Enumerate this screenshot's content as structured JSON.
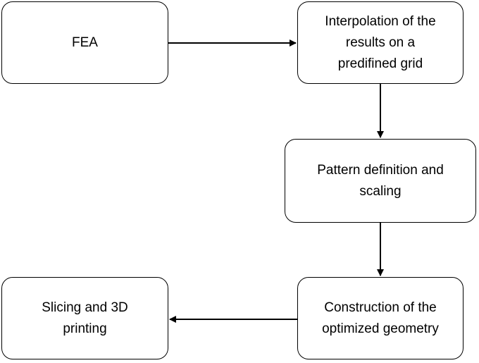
{
  "diagram": {
    "nodes": [
      {
        "id": "fea",
        "label": "FEA"
      },
      {
        "id": "interp",
        "label": "Interpolation of the\nresults on a\npredifined grid"
      },
      {
        "id": "pattern",
        "label": "Pattern definition and\nscaling"
      },
      {
        "id": "construct",
        "label": "Construction of the\noptimized geometry"
      },
      {
        "id": "slicing",
        "label": "Slicing and 3D\nprinting"
      }
    ],
    "edges": [
      {
        "from": "fea",
        "to": "interp"
      },
      {
        "from": "interp",
        "to": "pattern"
      },
      {
        "from": "pattern",
        "to": "construct"
      },
      {
        "from": "construct",
        "to": "slicing"
      }
    ],
    "colors": {
      "stroke": "#000000",
      "fill": "#ffffff",
      "text": "#000000"
    }
  }
}
